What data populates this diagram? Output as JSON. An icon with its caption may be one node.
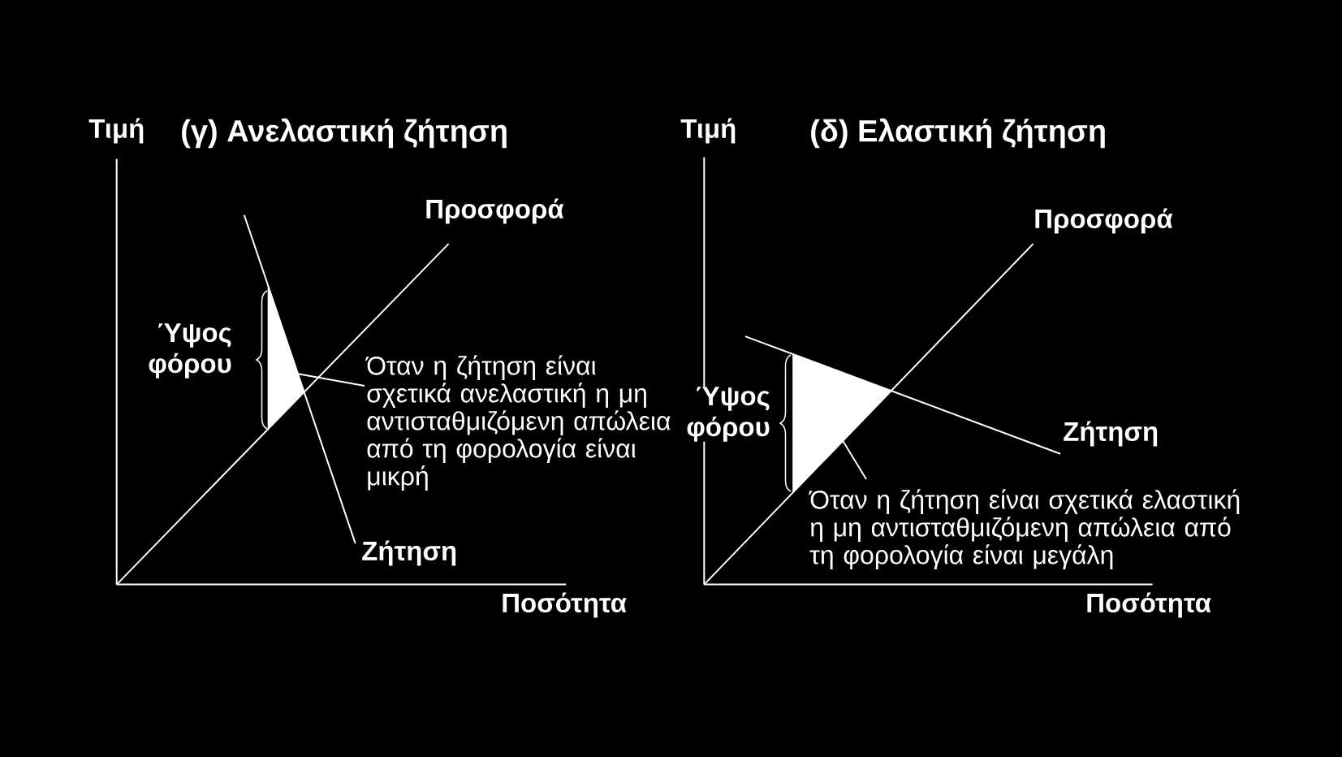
{
  "diagram": {
    "nodes": [
      {
        "text": [],
        "shape": "triangle"
      },
      {
        "text": [
          "Όταν η ζήτηση είναι σχετικά ανελαστική η μη αντισταθμιζόμενη απώλεια από τη φορολογία είναι μικρή"
        ]
      },
      {
        "text": [],
        "shape": "triangle"
      },
      {
        "text": [
          "Όταν η ζήτηση είναι σχετικά ελαστική η μη αντισταθμιζόμενη απώλεια από τη φορολογία είναι μεγάλη"
        ]
      }
    ],
    "edges": [
      {
        "from": 1,
        "to": 0,
        "arrow": "none"
      },
      {
        "from": 3,
        "to": 2,
        "arrow": "none"
      }
    ],
    "labels": [
      "Τιμή",
      "(γ) Ανελαστική ζήτηση",
      "Προσφορά",
      "Ύψος φόρου",
      "Ζήτηση",
      "Ποσότητα",
      "Τιμή",
      "(δ) Ελαστική ζήτηση",
      "Προσφορά",
      "Ύψος φόρου",
      "Ζήτηση",
      "Ποσότητα"
    ]
  }
}
